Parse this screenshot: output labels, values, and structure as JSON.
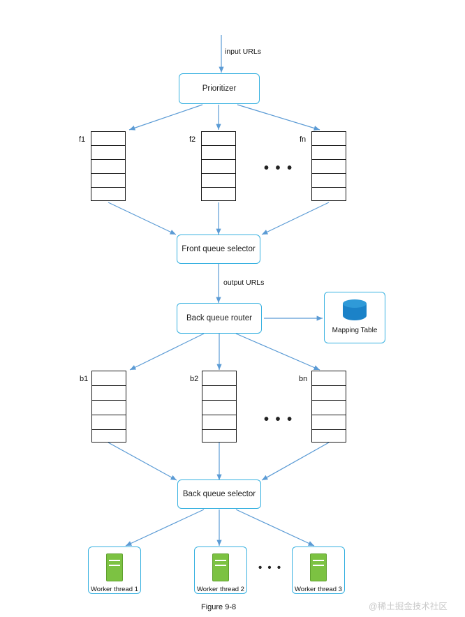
{
  "diagram": {
    "caption": "Figure 9-8",
    "watermark": "@稀土掘金技术社区",
    "edge_labels": {
      "input": "input URLs",
      "output": "output URLs"
    },
    "nodes": {
      "prioritizer": "Prioritizer",
      "front_queue_selector": "Front queue selector",
      "back_queue_router": "Back queue router",
      "back_queue_selector": "Back queue selector",
      "mapping_table": "Mapping Table"
    },
    "front_queues": [
      {
        "label": "f1",
        "cells": 5
      },
      {
        "label": "f2",
        "cells": 5
      },
      {
        "label": "fn",
        "cells": 5
      }
    ],
    "back_queues": [
      {
        "label": "b1",
        "cells": 5
      },
      {
        "label": "b2",
        "cells": 5
      },
      {
        "label": "bn",
        "cells": 5
      }
    ],
    "workers": [
      "Worker thread 1",
      "Worker thread 2",
      "Worker thread 3"
    ],
    "ellipsis": "• • •",
    "colors": {
      "box_border": "#35b0e0",
      "arrow": "#5b9bd5",
      "queue_border": "#1a1a1a",
      "server_green": "#7cc242",
      "db_blue": "#1b82c8"
    }
  }
}
